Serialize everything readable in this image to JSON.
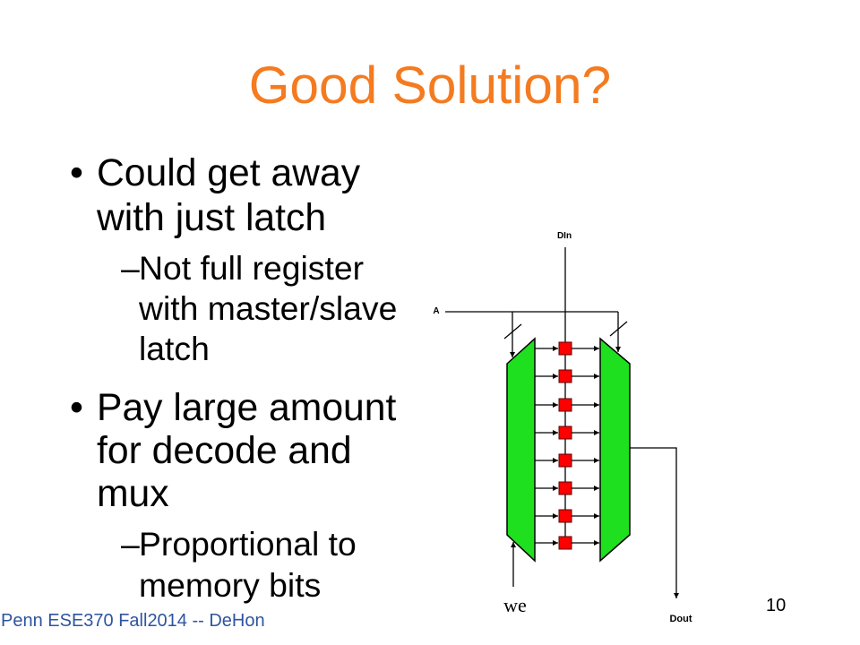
{
  "slide": {
    "title": "Good Solution?",
    "bullet_marker": "•",
    "sub_marker": "–",
    "bullets": [
      {
        "text": "Could get away with just latch",
        "sub": [
          "Not full register with master/slave latch"
        ]
      },
      {
        "text": "Pay large amount for decode and mux",
        "sub": [
          "Proportional to memory bits"
        ]
      }
    ],
    "footer": "Penn ESE370 Fall2014 -- DeHon",
    "page_number": "10"
  },
  "diagram": {
    "din_label": "DIn",
    "address_label": "A",
    "dout_label": "Dout",
    "we_label": "we"
  },
  "colors": {
    "background": "#FFFFFF",
    "title": "#F47B20",
    "body_text": "#000000",
    "footer": "#2E54A0",
    "decoder_mux_fill": "#1FE01F",
    "storage_cell_fill": "#FF0000"
  }
}
